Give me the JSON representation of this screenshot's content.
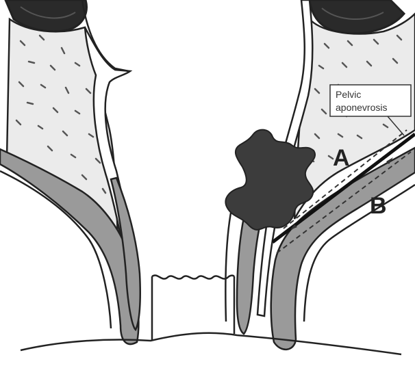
{
  "diagram": {
    "labels": {
      "a": "A",
      "b": "B",
      "pelvic_aponevrosis_line1": "Pelvic",
      "pelvic_aponevrosis_line2": "aponevrosis"
    },
    "colors": {
      "fat_fill": "#ebebeb",
      "muscle_fill": "#9a9a9a",
      "bone_dark": "#2a2a2a",
      "tumor": "#3c3c3c",
      "outline": "#222222",
      "background": "#ffffff"
    }
  }
}
